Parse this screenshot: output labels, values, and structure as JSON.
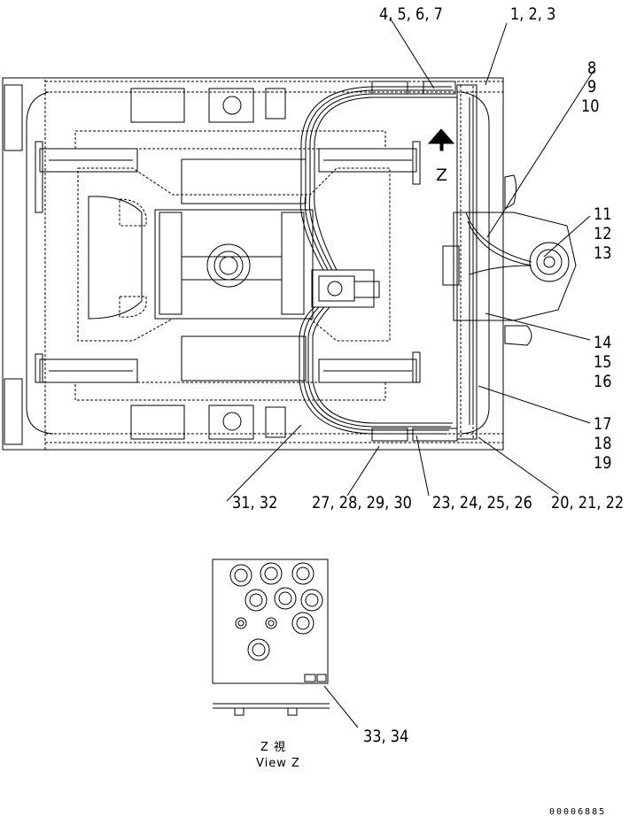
{
  "labels": {
    "l_4_5_6_7": "4, 5, 6, 7",
    "l_1_2_3": "1, 2, 3",
    "l_8": "8",
    "l_9": "9",
    "l_10": "10",
    "l_11": "11",
    "l_12": "12",
    "l_13": "13",
    "l_14": "14",
    "l_15": "15",
    "l_16": "16",
    "l_17": "17",
    "l_18": "18",
    "l_19": "19",
    "l_31_32": "31, 32",
    "l_27_30": "27, 28, 29, 30",
    "l_23_26": "23, 24, 25, 26",
    "l_20_22": "20, 21, 22",
    "l_33_34": "33, 34",
    "view_arrow": "Z"
  },
  "view_caption": {
    "jp": "Z  視",
    "en": "View Z"
  },
  "drawing_number": "00006885"
}
